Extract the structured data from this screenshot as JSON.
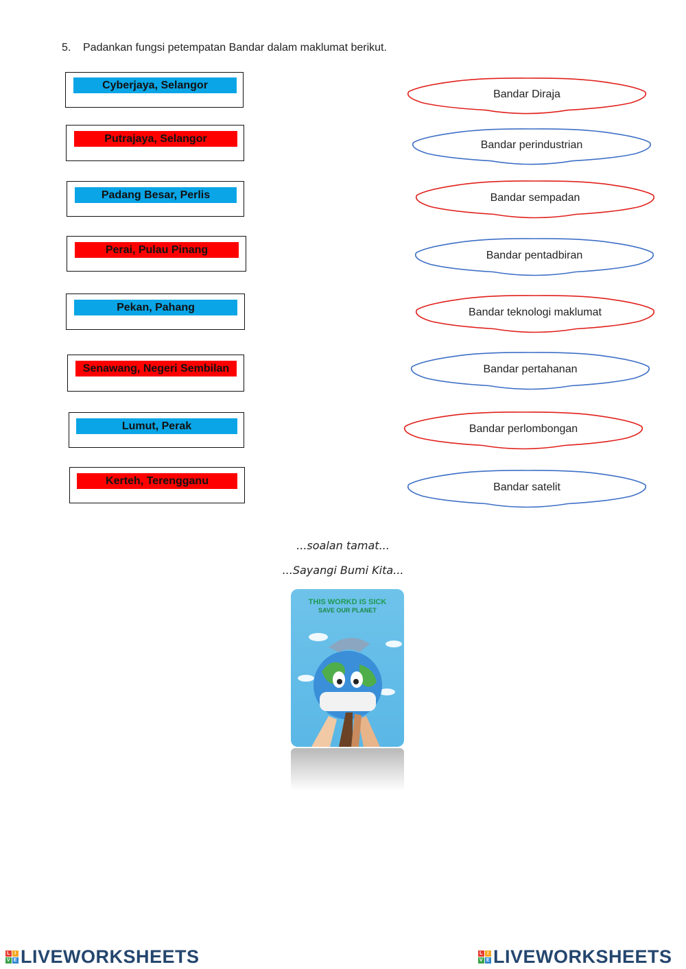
{
  "question": {
    "number": "5.",
    "text": "Padankan fungsi petempatan Bandar dalam maklumat berikut."
  },
  "places": [
    {
      "label": "Cyberjaya, Selangor",
      "color": "#0aa5e6"
    },
    {
      "label": "Putrajaya, Selangor",
      "color": "#ff0000"
    },
    {
      "label": "Padang Besar, Perlis",
      "color": "#0aa5e6"
    },
    {
      "label": "Perai, Pulau Pinang",
      "color": "#ff0000"
    },
    {
      "label": "Pekan, Pahang",
      "color": "#0aa5e6"
    },
    {
      "label": "Senawang, Negeri Sembilan",
      "color": "#ff0000"
    },
    {
      "label": "Lumut, Perak",
      "color": "#0aa5e6"
    },
    {
      "label": "Kerteh, Terengganu",
      "color": "#ff0000"
    }
  ],
  "functions": [
    {
      "label": "Bandar Diraja",
      "outline": "#e0201b"
    },
    {
      "label": "Bandar perindustrian",
      "outline": "#3d6fc6"
    },
    {
      "label": "Bandar sempadan",
      "outline": "#e0201b"
    },
    {
      "label": "Bandar pentadbiran",
      "outline": "#3d6fc6"
    },
    {
      "label": "Bandar teknologi maklumat",
      "outline": "#e0201b"
    },
    {
      "label": "Bandar pertahanan",
      "outline": "#3d6fc6"
    },
    {
      "label": "Bandar perlombongan",
      "outline": "#e0201b"
    },
    {
      "label": "Bandar satelit",
      "outline": "#3d6fc6"
    }
  ],
  "closing": {
    "line1": "...soalan tamat...",
    "line2": "...Sayangi Bumi Kita..."
  },
  "poster": {
    "title1": "THIS WORKD IS SICK",
    "title2": "SAVE OUR PLANET"
  },
  "footer": {
    "brand": "LIVEWORKSHEETS"
  }
}
